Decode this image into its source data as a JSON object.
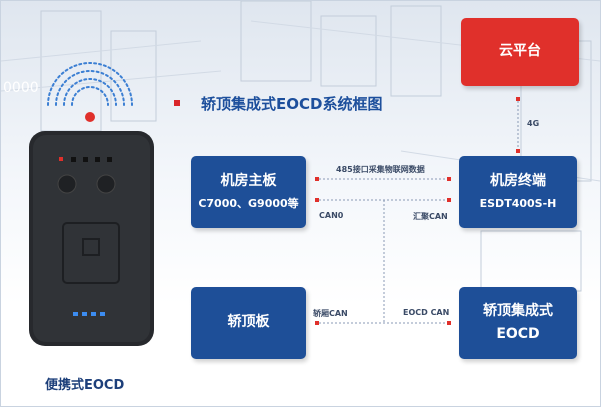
{
  "diagram": {
    "title": "轿顶集成式EOCD系统框图",
    "background_number": "0000",
    "caption": "便携式EOCD",
    "colors": {
      "blue": "#1e4f98",
      "red": "#e0302b",
      "title": "#1d4f9c"
    },
    "boxes": {
      "cloud": {
        "title": "云平台"
      },
      "machine_board": {
        "title": "机房主板",
        "subtitle": "C7000、G9000等"
      },
      "machine_terminal": {
        "title": "机房终端",
        "subtitle": "ESDT400S-H"
      },
      "car_top_board": {
        "title": "轿顶板"
      },
      "car_top_eocd": {
        "title": "轿顶集成式",
        "subtitle": "EOCD"
      }
    },
    "connections": {
      "label_4g": "4G",
      "label_485": "485接口采集物联网数据",
      "label_can0": "CAN0",
      "label_huiju_can": "汇聚CAN",
      "label_car_can": "轿厢CAN",
      "label_eocd_can": "EOCD CAN"
    },
    "device": {
      "icon": "portable-eocd-device",
      "led_count": 4
    }
  }
}
